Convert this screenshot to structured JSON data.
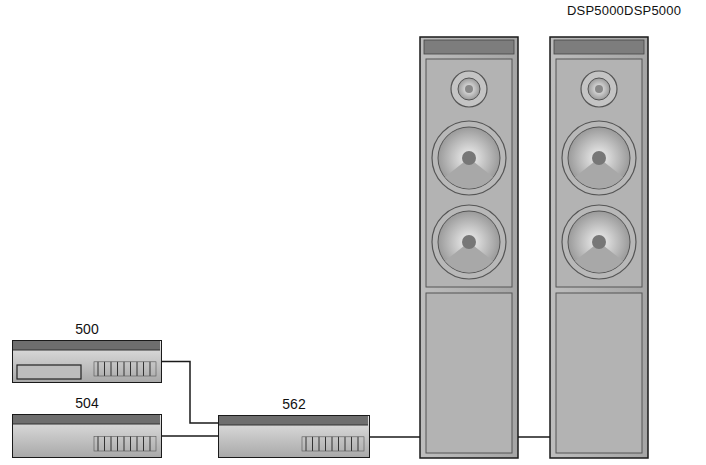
{
  "diagram": {
    "nodes": [
      {
        "text": [
          "500"
        ]
      },
      {
        "text": [
          "504"
        ]
      },
      {
        "text": [
          "562"
        ]
      }
    ],
    "edges": [
      {
        "from": 0,
        "to": 2,
        "arrow": "none"
      },
      {
        "from": 1,
        "to": 2,
        "arrow": "none"
      }
    ],
    "labels": [
      "DSP5000DSP5000"
    ]
  }
}
